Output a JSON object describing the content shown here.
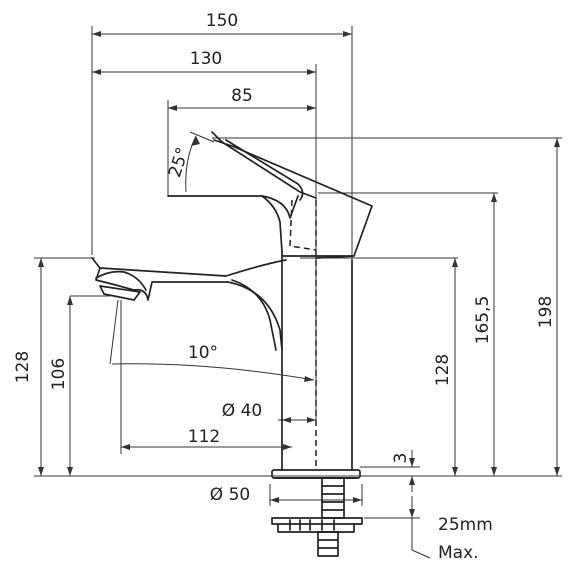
{
  "dimensions": {
    "overall_width": "150",
    "spout_reach": "130",
    "lever_reach": "85",
    "lever_angle": "25°",
    "spout_angle": "10°",
    "body_diameter": "Ø 40",
    "outlet_reach": "112",
    "base_diameter": "Ø 50",
    "spout_height_left": "128",
    "aerator_height": "106",
    "spout_height_right": "128",
    "lever_height": "165,5",
    "total_height": "198",
    "base_thickness": "3",
    "max_deck_thickness": "25mm",
    "max_label": "Max."
  }
}
